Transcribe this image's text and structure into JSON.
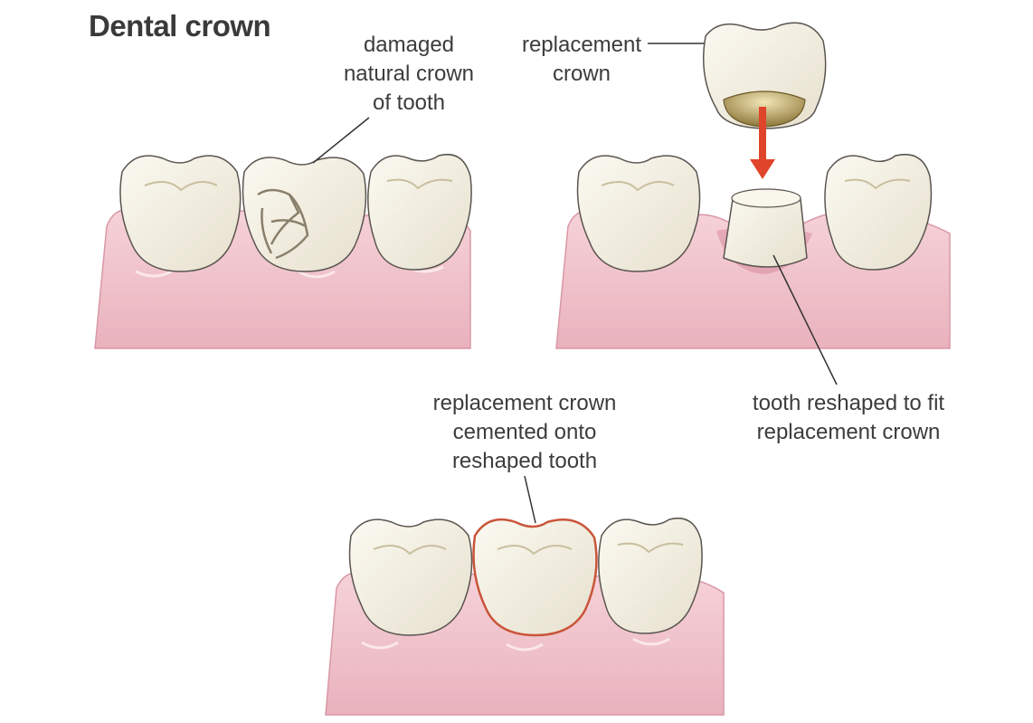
{
  "title": "Dental crown",
  "labels": {
    "damaged": [
      "damaged",
      "natural crown",
      "of tooth"
    ],
    "replacement": [
      "replacement",
      "crown"
    ],
    "cemented": [
      "replacement crown",
      "cemented onto",
      "reshaped tooth"
    ],
    "reshaped": [
      "tooth reshaped to fit",
      "replacement crown"
    ]
  },
  "colors": {
    "gum": "#f2c4cc",
    "gum_shadow": "#e8a9b5",
    "tooth": "#f4f1e6",
    "tooth_shade": "#e3dcc8",
    "outline": "#5a5550",
    "crack": "#8a7f6a",
    "arrow": "#e0452b",
    "crown_outline": "#c9553a",
    "leader": "#333333"
  }
}
